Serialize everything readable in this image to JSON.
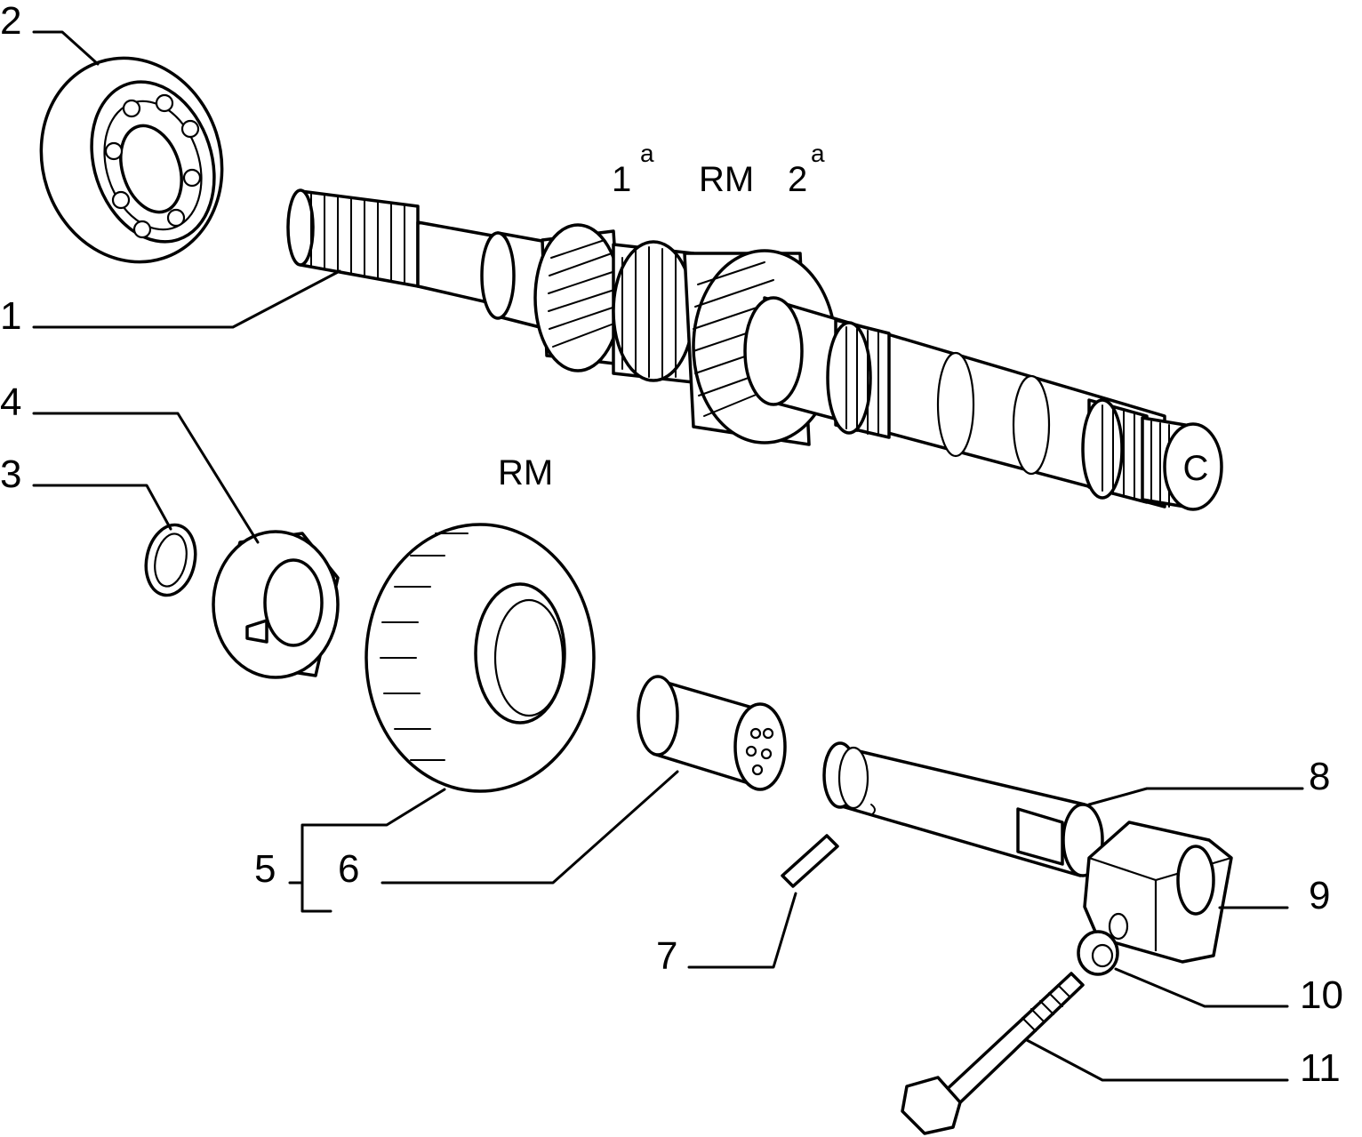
{
  "labels": {
    "p1": "1",
    "p2": "2",
    "p3": "3",
    "p4": "4",
    "p5": "5",
    "p6": "6",
    "p7": "7",
    "p8": "8",
    "p9": "9",
    "p10": "10",
    "p11": "11"
  },
  "gear_marks": {
    "first_base": "1",
    "first_sup": "a",
    "reverse_top": "RM",
    "second_base": "2",
    "second_sup": "a",
    "reverse_gear": "RM"
  },
  "icons": {
    "shaft_end_mark": "C"
  }
}
